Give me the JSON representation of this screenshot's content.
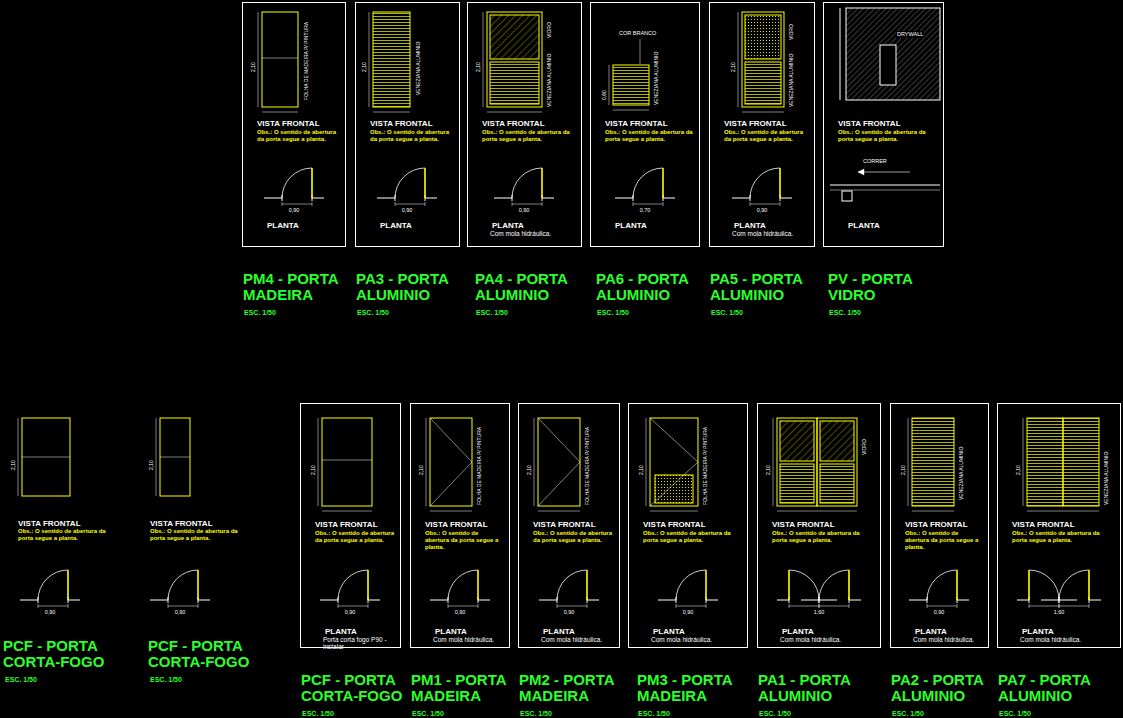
{
  "diagram": {
    "nodes": [
      {
        "text": [
          "VISTA FRONTAL",
          "Obs.: O sentido de abertura da porta segue a planta.",
          "PLANTA",
          "PM4 - PORTA MADEIRA",
          "ESC. 1/50"
        ]
      },
      {
        "text": [
          "VISTA FRONTAL",
          "Obs.: O sentido de abertura da porta segue a planta.",
          "PLANTA",
          "PA3 - PORTA ALUMINIO",
          "ESC. 1/50"
        ]
      },
      {
        "text": [
          "VISTA FRONTAL",
          "Obs.: O sentido de abertura da porta segue a planta.",
          "PLANTA",
          "Com mola hidráulica.",
          "PA4 - PORTA ALUMINIO",
          "ESC. 1/50"
        ]
      },
      {
        "text": [
          "VISTA FRONTAL",
          "Obs.: O sentido de abertura da porta segue a planta.",
          "PLANTA",
          "PA6 - PORTA ALUMINIO",
          "ESC. 1/50"
        ]
      },
      {
        "text": [
          "VISTA FRONTAL",
          "Obs.: O sentido de abertura da porta segue a planta.",
          "PLANTA",
          "Com mola hidráulica.",
          "PA5 - PORTA ALUMINIO",
          "ESC. 1/50"
        ]
      },
      {
        "text": [
          "VISTA FRONTAL",
          "Obs.: O sentido de abertura da porta segue a planta.",
          "PLANTA",
          "PV - PORTA VIDRO",
          "ESC. 1/50"
        ]
      },
      {
        "text": [
          "VISTA FRONTAL",
          "Obs.: O sentido de abertura da porta segue a planta.",
          "PLANTA",
          "Porta corta fogo P90 - instalar",
          "PCF - PORTA CORTA-FOGO",
          "ESC. 1/50"
        ]
      },
      {
        "text": [
          "VISTA FRONTAL",
          "Obs.: O sentido de abertura da porta segue a planta.",
          "PLANTA",
          "Com mola hidráulica.",
          "PM1 - PORTA MADEIRA",
          "ESC. 1/50"
        ]
      },
      {
        "text": [
          "VISTA FRONTAL",
          "Obs.: O sentido de abertura da porta segue a planta.",
          "PLANTA",
          "Com mola hidráulica.",
          "PM2 - PORTA MADEIRA",
          "ESC. 1/50"
        ]
      },
      {
        "text": [
          "VISTA FRONTAL",
          "Obs.: O sentido de abertura da porta segue a planta.",
          "PLANTA",
          "Com mola hidráulica.",
          "PM3 - PORTA MADEIRA",
          "ESC. 1/50"
        ]
      },
      {
        "text": [
          "VISTA FRONTAL",
          "Obs.: O sentido de abertura da porta segue a planta.",
          "PLANTA",
          "Com mola hidráulica.",
          "PA1 - PORTA ALUMINIO",
          "ESC. 1/50"
        ]
      },
      {
        "text": [
          "VISTA FRONTAL",
          "Obs.: O sentido de abertura da porta segue a planta.",
          "PLANTA",
          "Com mola hidráulica.",
          "PA2 - PORTA ALUMINIO",
          "ESC. 1/50"
        ]
      },
      {
        "text": [
          "VISTA FRONTAL",
          "Obs.: O sentido de abertura da porta segue a planta.",
          "PLANTA",
          "Com mola hidráulica.",
          "PA7 - PORTA ALUMINIO",
          "ESC. 1/50"
        ]
      }
    ],
    "labels": [
      "FOLHA DE MADEIRA P/ PINTURA",
      "VENEZIANA ALUMINIO",
      "VIDRO",
      "VENEZIANA ALUMINIO",
      "COR BRANCO",
      "VENEZIANA ALUMINIO",
      "VIDRO",
      "VENEZIANA ALUMINIO",
      "DRYWALL",
      "CORRER",
      "FOLHA DE MADEIRA P/ PINTURA",
      "FOLHA DE MADEIRA P/ PINTURA",
      "FOLHA DE MADEIRA P/ PINTURA",
      "VIDRO",
      "VENEZIANA ALUMINIO",
      "VENEZIANA ALUMINIO",
      "VISTA FRONTAL",
      "Obs.: O sentido de abertura da porta segue a planta.",
      "PCF - PORTA CORTA-FOGO",
      "ESC. 1/50",
      "VISTA FRONTAL",
      "Obs.: O sentido de abertura da porta segue a planta.",
      "PCF - PORTA CORTA-FOGO",
      "ESC. 1/50",
      "2,10",
      "0,90",
      "2,10",
      "0,90",
      "2,10",
      "0,90",
      "0,60",
      "0,70",
      "2,10",
      "0,90",
      "2,10",
      "0,90",
      "2,10",
      "0,90",
      "2,10",
      "0,90",
      "2,10",
      "0,90",
      "2,10",
      "1,60",
      "2,10",
      "0,90",
      "2,10",
      "1,60",
      "2,10",
      "0,90",
      "2,10",
      "0,90"
    ]
  }
}
